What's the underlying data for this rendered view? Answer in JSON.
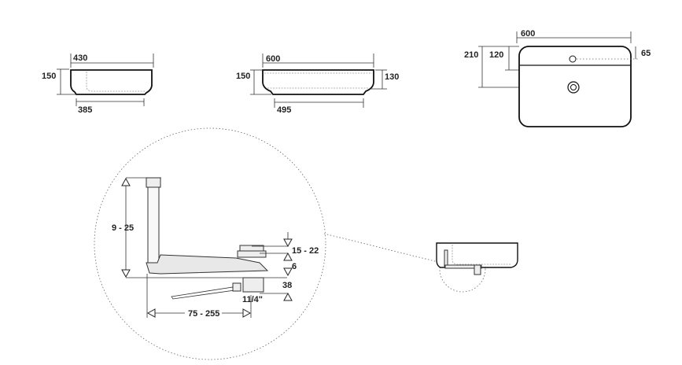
{
  "front_view_small": {
    "width_top": "430",
    "width_bottom": "385",
    "height": "150"
  },
  "front_view_large": {
    "width_top": "600",
    "width_bottom": "495",
    "height": "150",
    "inner_height": "130"
  },
  "top_view": {
    "width": "600",
    "depth": "210",
    "tap_hole_offset": "120",
    "tap_hole_edge": "65"
  },
  "waste_detail": {
    "height_range": "9 - 25",
    "length_range": "75 - 255",
    "plug_range": "15 - 22",
    "gap": "6",
    "outlet_height": "38",
    "thread_size": "11/4\""
  }
}
